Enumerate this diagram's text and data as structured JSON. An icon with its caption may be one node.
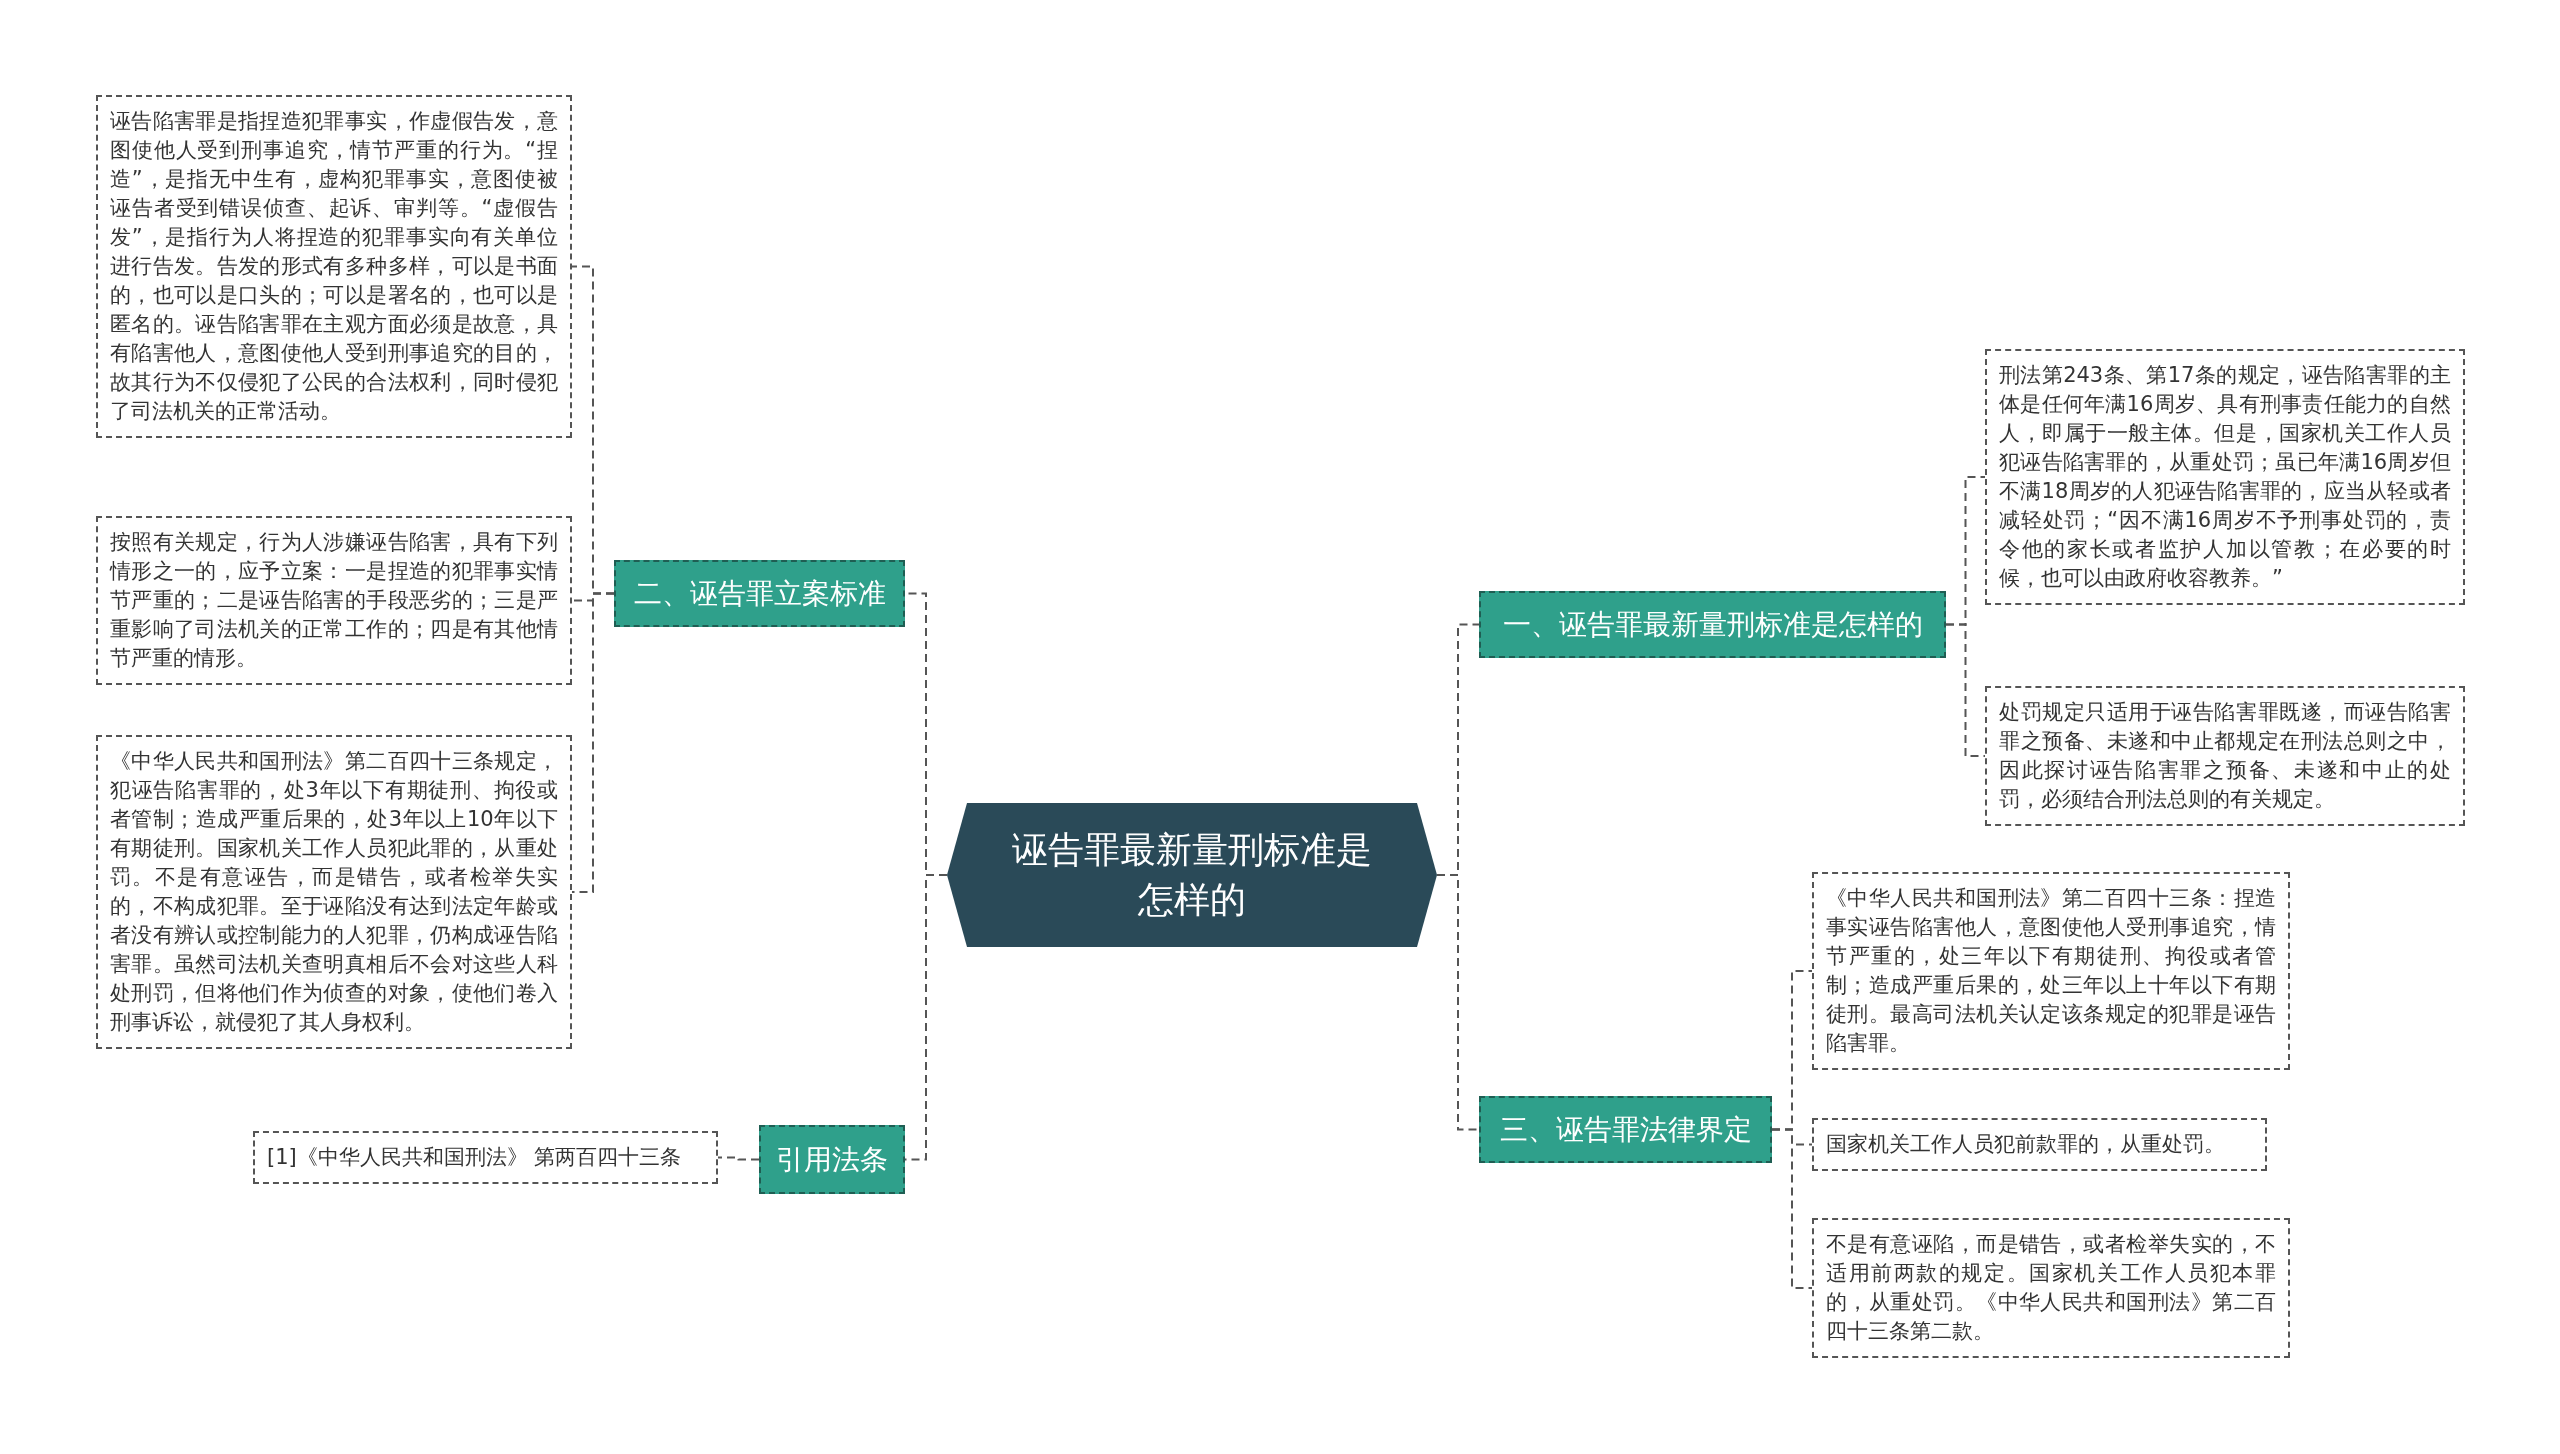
{
  "diagram": {
    "nodes": [
      {
        "text": [
          "诬告罪最新量刑标准是怎样的"
        ]
      },
      {
        "text": [
          "一、诬告罪最新量刑标准是怎样的"
        ]
      },
      {
        "text": [
          "刑法第243条、第17条的规定，诬告陷害罪的主体是任何年满16周岁、具有刑事责任能力的自然人，即属于一般主体。但是，国家机关工作人员犯诬告陷害罪的，从重处罚；虽已年满16周岁但不满18周岁的人犯诬告陷害罪的，应当从轻或者减轻处罚；“因不满16周岁不予刑事处罚的，责令他的家长或者监护人加以管教；在必要的时候，也可以由政府收容教养。”"
        ]
      },
      {
        "text": [
          "处罚规定只适用于诬告陷害罪既遂，而诬告陷害罪之预备、未遂和中止都规定在刑法总则之中，因此探讨诬告陷害罪之预备、未遂和中止的处罚，必须结合刑法总则的有关规定。"
        ]
      },
      {
        "text": [
          "三、诬告罪法律界定"
        ]
      },
      {
        "text": [
          "《中华人民共和国刑法》第二百四十三条：捏造事实诬告陷害他人，意图使他人受刑事追究，情节严重的，处三年以下有期徒刑、拘役或者管制；造成严重后果的，处三年以上十年以下有期徒刑。最高司法机关认定该条规定的犯罪是诬告陷害罪。"
        ]
      },
      {
        "text": [
          "国家机关工作人员犯前款罪的，从重处罚。"
        ]
      },
      {
        "text": [
          "不是有意诬陷，而是错告，或者检举失实的，不适用前两款的规定。国家机关工作人员犯本罪的，从重处罚。《中华人民共和国刑法》第二百四十三条第二款。"
        ]
      },
      {
        "text": [
          "二、诬告罪立案标准"
        ]
      },
      {
        "text": [
          "诬告陷害罪是指捏造犯罪事实，作虚假告发，意图使他人受到刑事追究，情节严重的行为。“捏造”，是指无中生有，虚构犯罪事实，意图使被诬告者受到错误侦查、起诉、审判等。“虚假告发”，是指行为人将捏造的犯罪事实向有关单位进行告发。告发的形式有多种多样，可以是书面的，也可以是口头的；可以是署名的，也可以是匿名的。诬告陷害罪在主观方面必须是故意，具有陷害他人，意图使他人受到刑事追究的目的，故其行为不仅侵犯了公民的合法权利，同时侵犯了司法机关的正常活动。"
        ]
      },
      {
        "text": [
          "按照有关规定，行为人涉嫌诬告陷害，具有下列情形之一的，应予立案：一是捏造的犯罪事实情节严重的；二是诬告陷害的手段恶劣的；三是严重影响了司法机关的正常工作的；四是有其他情节严重的情形。"
        ]
      },
      {
        "text": [
          "《中华人民共和国刑法》第二百四十三条规定，犯诬告陷害罪的，处3年以下有期徒刑、拘役或者管制；造成严重后果的，处3年以上10年以下有期徒刑。国家机关工作人员犯此罪的，从重处罚。不是有意诬告，而是错告，或者检举失实的，不构成犯罪。至于诬陷没有达到法定年龄或者没有辨认或控制能力的人犯罪，仍构成诬告陷害罪。虽然司法机关查明真相后不会对这些人科处刑罚，但将他们作为侦查的对象，使他们卷入刑事诉讼，就侵犯了其人身权利。"
        ]
      },
      {
        "text": [
          "引用法条"
        ]
      },
      {
        "text": [
          "[1]《中华人民共和国刑法》 第两百四十三条"
        ]
      }
    ],
    "edges": [
      {
        "from": 0,
        "to": 1,
        "arrow": "none"
      },
      {
        "from": 1,
        "to": 2,
        "arrow": "none"
      },
      {
        "from": 1,
        "to": 3,
        "arrow": "none"
      },
      {
        "from": 0,
        "to": 4,
        "arrow": "none"
      },
      {
        "from": 4,
        "to": 5,
        "arrow": "none"
      },
      {
        "from": 4,
        "to": 6,
        "arrow": "none"
      },
      {
        "from": 4,
        "to": 7,
        "arrow": "none"
      },
      {
        "from": 0,
        "to": 8,
        "arrow": "none"
      },
      {
        "from": 8,
        "to": 9,
        "arrow": "none"
      },
      {
        "from": 8,
        "to": 10,
        "arrow": "none"
      },
      {
        "from": 8,
        "to": 11,
        "arrow": "none"
      },
      {
        "from": 0,
        "to": 12,
        "arrow": "none"
      },
      {
        "from": 12,
        "to": 13,
        "arrow": "none"
      }
    ]
  }
}
